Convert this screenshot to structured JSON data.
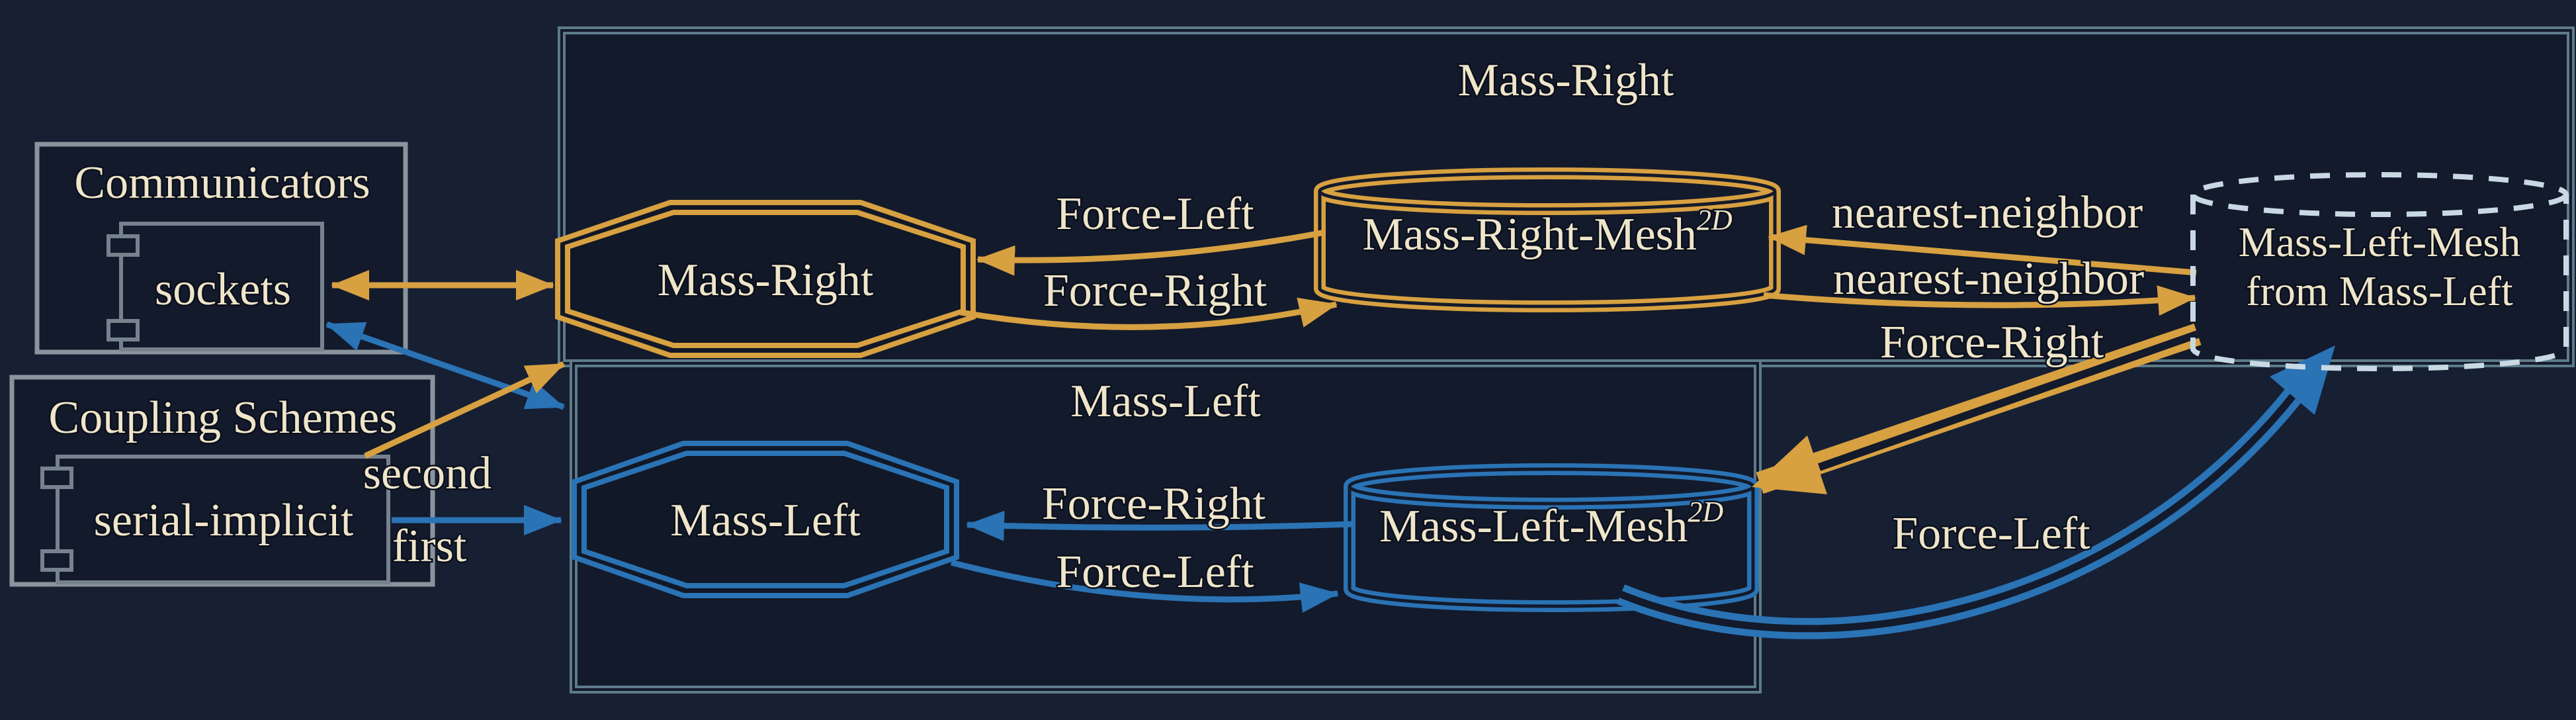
{
  "colors": {
    "background": "#171f33",
    "panel": "#131a2b",
    "node_fill": "#111827",
    "orange": "#d7a041",
    "blue": "#2a73b5",
    "pale_dash": "#c9d9e4",
    "participant_border": "#5d7b8a",
    "group_border": "#8a949d",
    "component_border": "#76828e",
    "text": "#efe5c9"
  },
  "communicators": {
    "title": "Communicators",
    "node": "sockets"
  },
  "coupling_schemes": {
    "title": "Coupling Schemes",
    "node": "serial-implicit",
    "second": "second",
    "first": "first"
  },
  "mass_right": {
    "title": "Mass-Right",
    "solver": "Mass-Right",
    "mesh": "Mass-Right-Mesh",
    "mesh_sup": "2D"
  },
  "mass_left": {
    "title": "Mass-Left",
    "solver": "Mass-Left",
    "mesh": "Mass-Left-Mesh",
    "mesh_sup": "2D"
  },
  "received_mesh": {
    "line1": "Mass-Left-Mesh",
    "line2": "from Mass-Left"
  },
  "edges": {
    "force_left_top": "Force-Left",
    "force_right_top": "Force-Right",
    "nearest_neighbor_top": "nearest-neighbor",
    "nearest_neighbor_bottom": "nearest-neighbor",
    "force_right_exchange": "Force-Right",
    "force_left_exchange": "Force-Left",
    "force_right_bottom": "Force-Right",
    "force_left_bottom": "Force-Left"
  }
}
